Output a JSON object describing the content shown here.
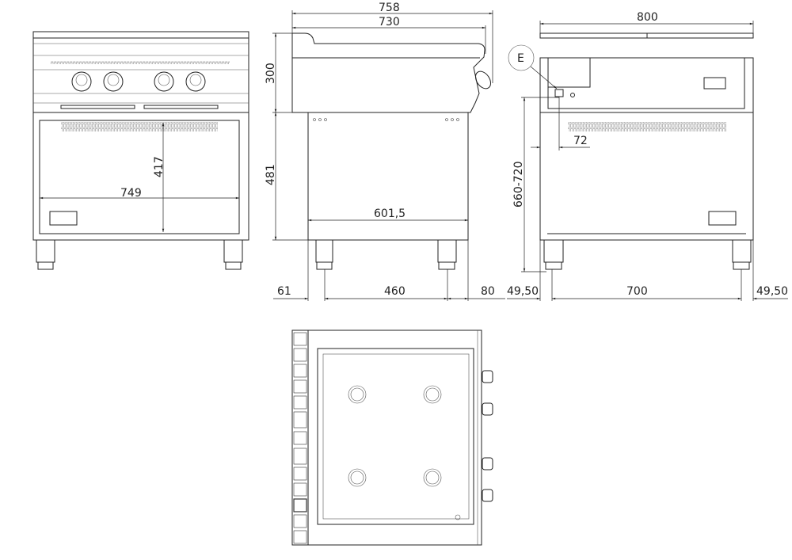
{
  "drawing": {
    "front_view": {
      "dim_height_inner": "417",
      "dim_width_inner": "749"
    },
    "side_view": {
      "dim_depth_total": "758",
      "dim_depth_top": "730",
      "dim_top_height": "300",
      "dim_base_height": "481",
      "dim_base_depth": "601,5",
      "dim_front_offset": "61",
      "dim_leg_spacing": "460",
      "dim_rear_offset": "80"
    },
    "rear_view": {
      "dim_width": "800",
      "connection_label": "E",
      "dim_connection_offset": "72",
      "dim_connection_height": "660-720",
      "dim_left_offset": "49,50",
      "dim_leg_spacing": "700",
      "dim_right_offset": "49,50"
    },
    "colors": {
      "line": "#222222",
      "background": "#ffffff"
    }
  }
}
